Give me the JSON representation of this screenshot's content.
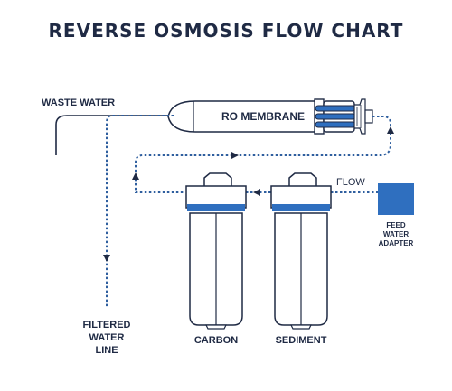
{
  "title": "REVERSE OSMOSIS FLOW CHART",
  "labels": {
    "waste_water": "WASTE WATER",
    "ro_membrane": "RO MEMBRANE",
    "flow": "FLOW",
    "feed_water_adapter": [
      "FEED",
      "WATER",
      "ADAPTER"
    ],
    "filtered_water_line": [
      "FILTERED",
      "WATER",
      "LINE"
    ],
    "carbon": "CARBON",
    "sediment": "SEDIMENT"
  },
  "colors": {
    "outline": "#1f2a44",
    "accent_blue": "#2f6fbf",
    "dotted_line": "#2f5f9f",
    "text": "#1f2a44"
  },
  "icons": [
    "ro-membrane-housing-icon",
    "carbon-filter-housing-icon",
    "sediment-filter-housing-icon",
    "feed-water-adapter-icon",
    "flow-arrow-icon"
  ]
}
